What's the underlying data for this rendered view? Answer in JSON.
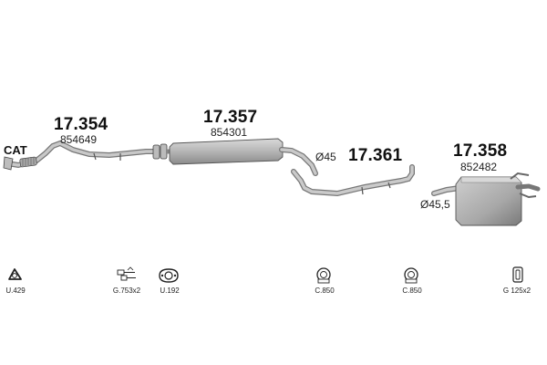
{
  "inlet_label": "CAT",
  "parts": [
    {
      "number": "17.354",
      "ref": "854649"
    },
    {
      "number": "17.357",
      "ref": "854301"
    },
    {
      "number": "17.361",
      "ref": ""
    },
    {
      "number": "17.358",
      "ref": "852482"
    }
  ],
  "diameters": [
    "Ø45",
    "Ø45,5"
  ],
  "accessories": [
    {
      "code": "U.429",
      "icon": "triangle-gasket-icon"
    },
    {
      "code": "G.753x2",
      "icon": "bolt-kit-icon"
    },
    {
      "code": "U.192",
      "icon": "oval-flange-gasket-icon"
    },
    {
      "code": "C.850",
      "icon": "clamp-icon"
    },
    {
      "code": "C.850",
      "icon": "clamp-icon"
    },
    {
      "code": "G 125x2",
      "icon": "rubber-mount-icon"
    }
  ],
  "colors": {
    "pipe": "#b4b4b4",
    "pipe_dark": "#7d7d7d",
    "line": "#333333"
  }
}
